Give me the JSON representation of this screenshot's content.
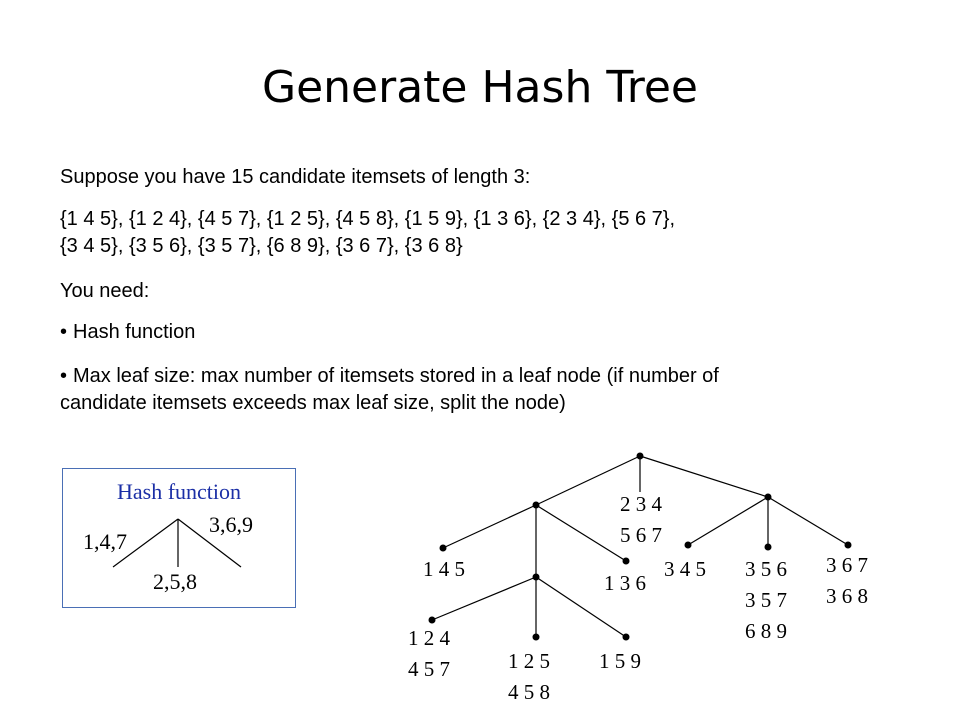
{
  "title": "Generate Hash Tree",
  "intro": "Suppose you have 15 candidate itemsets of length 3:",
  "itemsets_line1": "{1 4 5}, {1 2 4}, {4 5 7}, {1 2 5}, {4 5 8}, {1 5 9}, {1 3 6}, {2 3 4}, {5 6 7},",
  "itemsets_line2": "{3 4 5}, {3 5 6}, {3 5 7}, {6 8 9}, {3 6 7}, {3 6 8}",
  "need": "You need:",
  "bullet1": "Hash function",
  "bullet2_line1": "Max leaf size: max number of itemsets stored in a leaf node (if number of",
  "bullet2_line2": "candidate itemsets exceeds max leaf size, split the node)",
  "hash_function": {
    "title": "Hash function",
    "branch_left": "1,4,7",
    "branch_middle": "2,5,8",
    "branch_right": "3,6,9"
  },
  "tree": {
    "leaves": {
      "l145": [
        "1 4 5"
      ],
      "l124": [
        "1 2 4",
        "4 5 7"
      ],
      "l125": [
        "1 2 5",
        "4 5 8"
      ],
      "l159": [
        "1 5 9"
      ],
      "l136": [
        "1 3 6"
      ],
      "l234": [
        "2 3 4",
        "5 6 7"
      ],
      "l345": [
        "3 4 5"
      ],
      "l356": [
        "3 5 6",
        "3 5 7",
        "6 8 9"
      ],
      "l367": [
        "3 6 7",
        "3 6 8"
      ]
    }
  }
}
